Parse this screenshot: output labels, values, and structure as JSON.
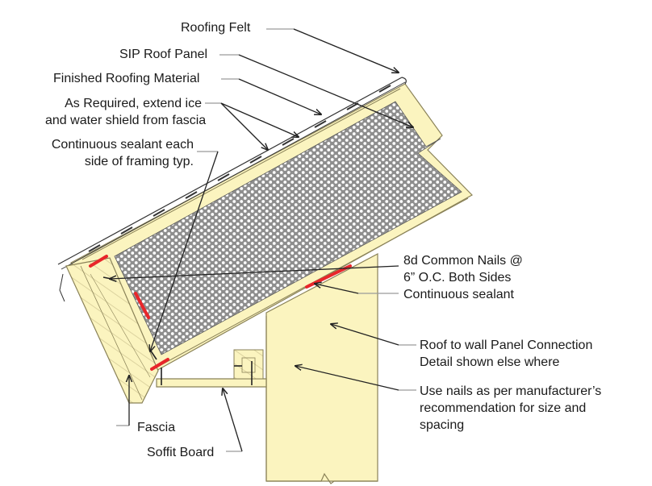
{
  "labels": {
    "roofing_felt": "Roofing Felt",
    "sip_roof_panel": "SIP Roof Panel",
    "finished_roofing": "Finished Roofing Material",
    "ice_shield_1": "As Required, extend ice",
    "ice_shield_2": "and water shield from fascia",
    "sealant_each_1": "Continuous sealant each",
    "sealant_each_2": "side of framing typ.",
    "nails_1": "8d Common Nails @",
    "nails_2": "6” O.C. Both Sides",
    "continuous_sealant": "Continuous sealant",
    "roof_wall_1": "Roof to wall Panel Connection",
    "roof_wall_2": "Detail shown else where",
    "use_nails_1": "Use nails as per manufacturer’s",
    "use_nails_2": "recommendation for size and",
    "use_nails_3": "spacing",
    "fascia": "Fascia",
    "soffit_board": "Soffit Board"
  },
  "colors": {
    "lumber": "#fbf4bf",
    "lumber_stroke": "#8a8258",
    "foam_fill": "#9a9a9a",
    "sealant": "#e8262a",
    "leader": "#9a9a9a",
    "leader_arrow": "#222222"
  }
}
